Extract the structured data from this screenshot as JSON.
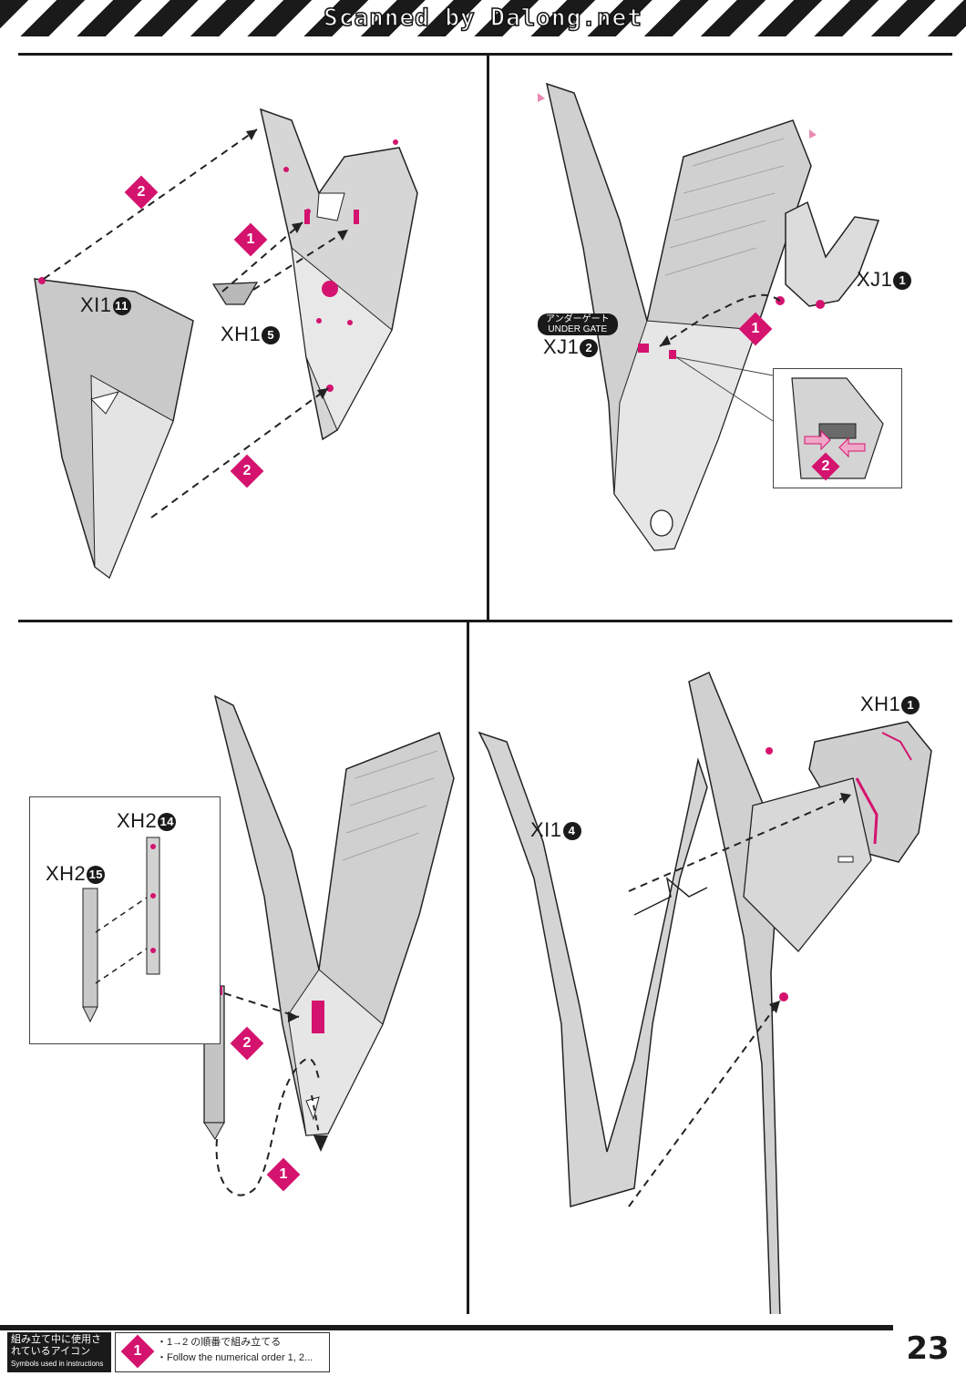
{
  "banner": {
    "text": "Scanned by Dalong.net"
  },
  "colors": {
    "accent": "#d4136f",
    "part_fill": "#c9c9c9",
    "part_light": "#e4e4e4",
    "ink": "#1a1a1a"
  },
  "panels": {
    "top_left": {
      "labels": {
        "xi1": "XI1",
        "xi1_num": "11",
        "xh1": "XH1",
        "xh1_num": "5"
      },
      "steps": [
        "2",
        "1",
        "2"
      ]
    },
    "top_right": {
      "labels": {
        "xj1a": "XJ1",
        "xj1a_num": "1",
        "xj1b": "XJ1",
        "xj1b_num": "2"
      },
      "under_gate": {
        "jp": "アンダーゲート",
        "en": "UNDER GATE"
      },
      "steps": [
        "1",
        "2"
      ]
    },
    "bottom_left": {
      "labels": {
        "xh2a": "XH2",
        "xh2a_num": "14",
        "xh2b": "XH2",
        "xh2b_num": "15"
      },
      "steps": [
        "2",
        "1"
      ]
    },
    "bottom_right": {
      "labels": {
        "xh1": "XH1",
        "xh1_num": "1",
        "xi1": "XI1",
        "xi1_num": "4"
      }
    }
  },
  "footer": {
    "legend_title_jp": "組み立て中に使用されているアイコン",
    "legend_title_en": "Symbols used in instructions",
    "legend_step": "1",
    "legend_line1": "・1→2 の順番で組み立てる",
    "legend_line2": "・Follow the numerical order 1, 2...",
    "page_number": "23"
  }
}
